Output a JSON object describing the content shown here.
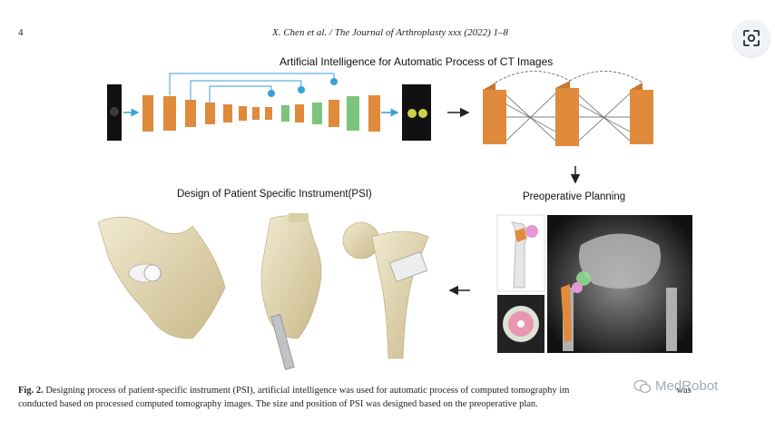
{
  "header": {
    "page_number": "4",
    "running_head": "X. Chen et al. / The Journal of Arthroplasty xxx (2022) 1–8"
  },
  "toolbar": {
    "scan_icon": "scan-image-icon"
  },
  "figure": {
    "title_ai": "Artificial Intelligence for Automatic Process of CT Images",
    "title_psi": "Design of Patient Specific Instrument(PSI)",
    "label_planning": "Preoperative Planning"
  },
  "caption": {
    "label": "Fig. 2.",
    "text_line1": " Designing process of patient-specific instrument (PSI), artificial intelligence was used for automatic process of computed tomography im",
    "text_line1_end": "was",
    "text_line2": "conducted based on processed computed tomography images. The size and position of PSI was designed based on the preoperative plan."
  },
  "watermark": {
    "text": "MedRobot"
  },
  "colors": {
    "orange_block": "#e08a3c",
    "green_block": "#7cc47c",
    "arrow_blue": "#3aa0d8",
    "bone": "#e8dfb0"
  }
}
